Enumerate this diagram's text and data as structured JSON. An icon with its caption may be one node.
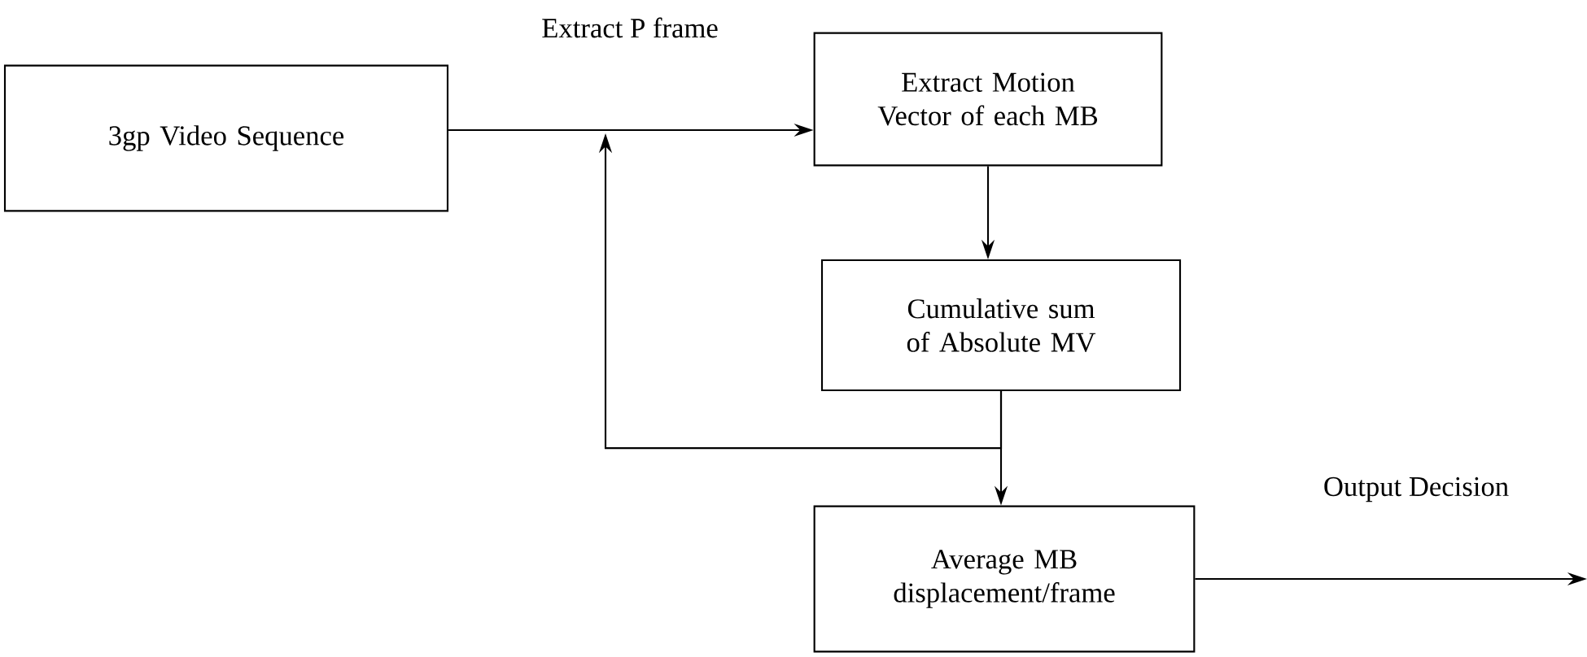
{
  "diagram": {
    "nodes": [
      {
        "text": [
          "3gp Video Sequence"
        ]
      },
      {
        "text": [
          "Extract Motion Vector of each MB"
        ]
      },
      {
        "text": [
          "Cumulative sum of Absolute MV"
        ]
      },
      {
        "text": [
          "Average MB displacement/frame"
        ]
      }
    ],
    "edges": [
      {
        "from": 0,
        "to": 1,
        "arrow": "to",
        "label": "Extract P frame"
      },
      {
        "from": 1,
        "to": 2,
        "arrow": "to"
      },
      {
        "from": 2,
        "to": 3,
        "arrow": "to"
      },
      {
        "from": 2,
        "to": null,
        "arrow": "to"
      },
      {
        "from": 3,
        "to": null,
        "arrow": "to",
        "label": "Output Decision"
      }
    ]
  }
}
